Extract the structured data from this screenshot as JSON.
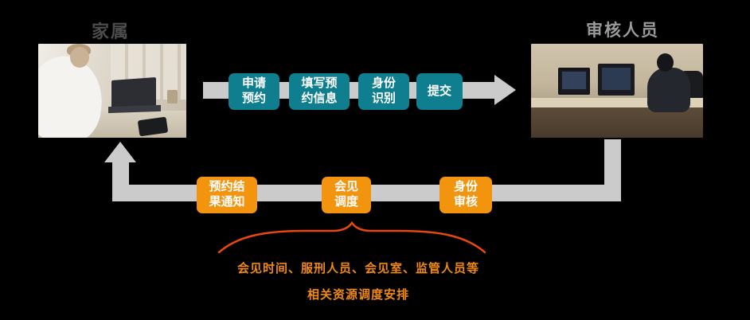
{
  "scene": {
    "left_actor": "家属",
    "right_actor": "审核人员"
  },
  "top_flow": {
    "steps": [
      {
        "id": "apply",
        "label": "申请\n预约"
      },
      {
        "id": "fill-info",
        "label": "填写预\n约信息"
      },
      {
        "id": "identify",
        "label": "身份\n识别"
      },
      {
        "id": "submit",
        "label": "提交"
      }
    ]
  },
  "bottom_flow": {
    "steps": [
      {
        "id": "result-notice",
        "label": "预约结\n果通知"
      },
      {
        "id": "meeting-schedule",
        "label": "会见\n调度"
      },
      {
        "id": "identity-review",
        "label": "身份\n审核"
      }
    ]
  },
  "annotation": {
    "line1": "会见时间、服刑人员、会见室、监管人员等",
    "line2": "相关资源调度安排"
  },
  "colors": {
    "teal": "#0f7e8e",
    "orange": "#f3940f",
    "arrow": "#cbcbcb",
    "left_label": "#4c4c4c",
    "right_label": "#9a9a9a",
    "annotation": "#f08a12",
    "brace": "#e8470d",
    "background": "#000000"
  }
}
